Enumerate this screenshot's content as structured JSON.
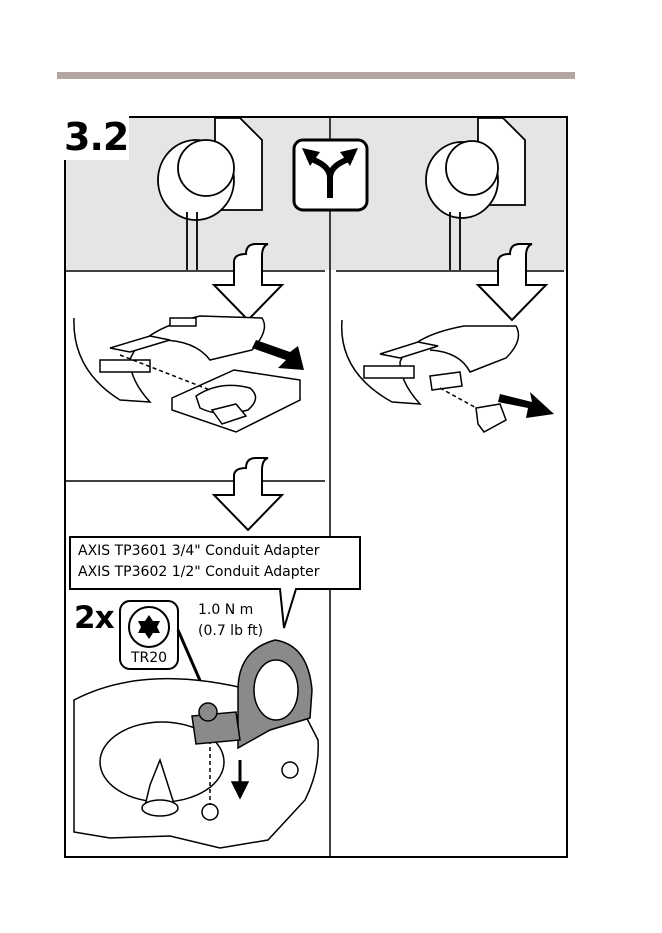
{
  "step": {
    "number": "3.2"
  },
  "callout": {
    "line1": "AXIS TP3601 3/4\" Conduit Adapter",
    "line2": "AXIS TP3602 1/2\" Conduit Adapter"
  },
  "screws": {
    "quantity": "2x",
    "torque_metric": "1.0 N m",
    "torque_imperial": "(0.7 lb ft)",
    "bit": "TR20"
  },
  "colors": {
    "header_rule": "#b3a69e",
    "panel_background": "#e5e5e5",
    "adapter_gray": "#8a8a8a"
  },
  "icons": [
    "fork-arrow-icon",
    "down-arrow-icon",
    "right-arrow-icon",
    "torx-bit-icon"
  ]
}
